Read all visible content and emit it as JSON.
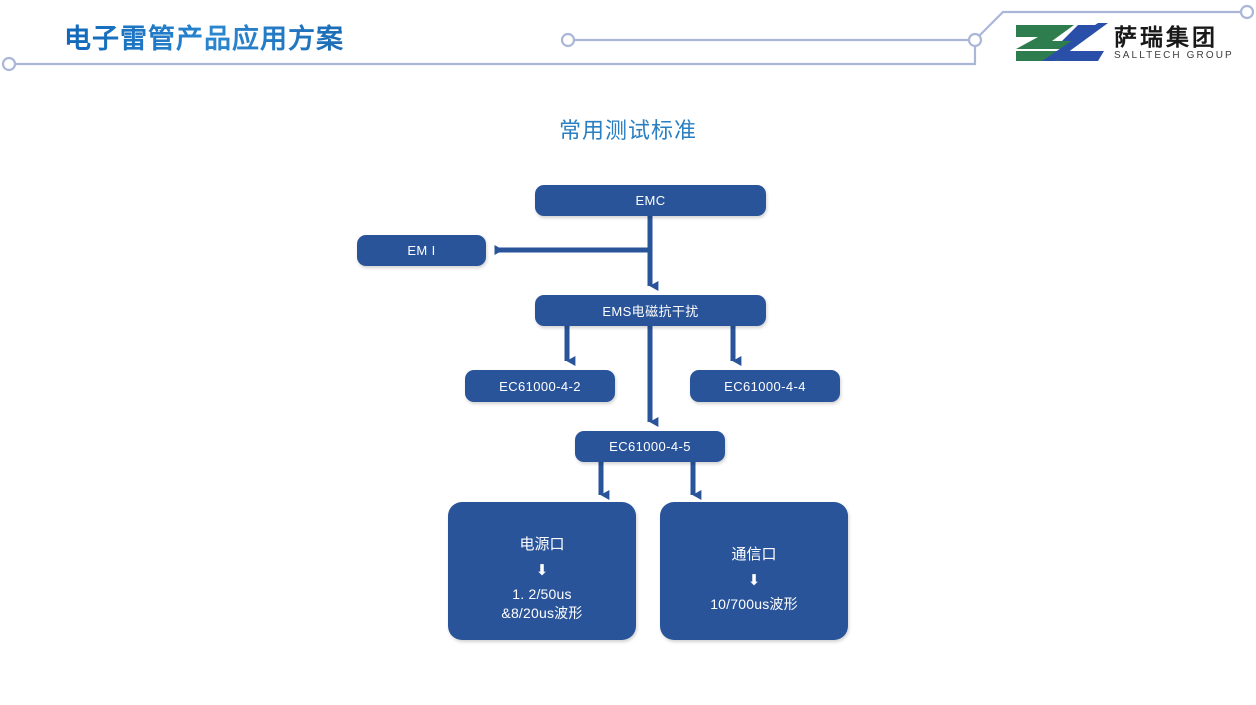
{
  "header": {
    "title": "电子雷管产品应用方案",
    "accent_color": "#1a6fbe",
    "decor_line_color": "#aab7d8"
  },
  "logo": {
    "name_cn": "萨瑞集团",
    "name_en": "SALLTECH GROUP",
    "mark_green": "#2e7d4f",
    "mark_blue": "#2a4fa8"
  },
  "diagram": {
    "title": "常用测试标准",
    "title_color": "#2a7ec2",
    "node_color": "#2a5499",
    "connector_color": "#2a5499",
    "nodes": {
      "emc": "EMC",
      "emi": "EM I",
      "ems": "EMS电磁抗干扰",
      "ec61000_4_2": "EC61000-4-2",
      "ec61000_4_4": "EC61000-4-4",
      "ec61000_4_5": "EC61000-4-5",
      "power_port": {
        "title": "电源口",
        "arrow": "⬇",
        "line1": "1. 2/50us",
        "line2": "&8/20us波形"
      },
      "comm_port": {
        "title": "通信口",
        "arrow": "⬇",
        "line1": "10/700us波形"
      }
    }
  }
}
